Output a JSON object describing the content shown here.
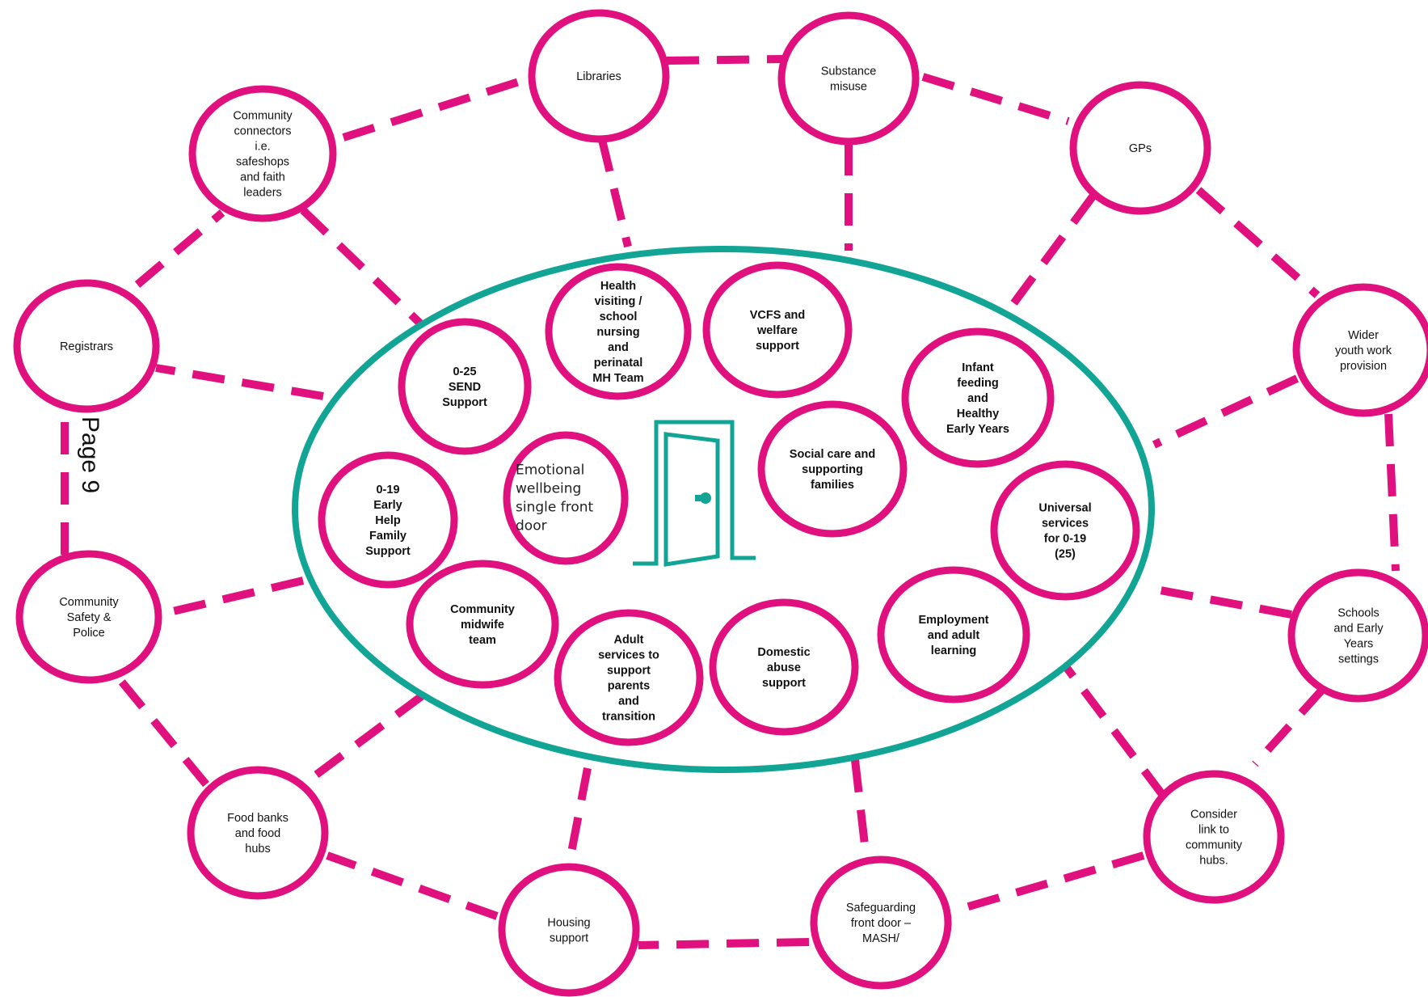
{
  "colors": {
    "magenta": "#E0117F",
    "teal": "#12A595",
    "text": "#111111"
  },
  "page_label": "Page 9",
  "center_icon": "open-door-icon",
  "outer_nodes": [
    {
      "id": "libraries",
      "lines": [
        "Libraries"
      ]
    },
    {
      "id": "substance-misuse",
      "lines": [
        "Substance",
        "misuse"
      ]
    },
    {
      "id": "gps",
      "lines": [
        "GPs"
      ]
    },
    {
      "id": "wider-youth-work",
      "lines": [
        "Wider",
        "youth work",
        "provision"
      ]
    },
    {
      "id": "schools-early-years",
      "lines": [
        "Schools",
        "and Early",
        "Years",
        "settings"
      ]
    },
    {
      "id": "community-hubs",
      "lines": [
        "Consider",
        "link to",
        "community",
        "hubs."
      ]
    },
    {
      "id": "safeguarding",
      "lines": [
        "Safeguarding",
        "front door –",
        "MASH/"
      ]
    },
    {
      "id": "housing",
      "lines": [
        "Housing",
        "support"
      ]
    },
    {
      "id": "food-banks",
      "lines": [
        "Food banks",
        "and food",
        "hubs"
      ]
    },
    {
      "id": "community-safety",
      "lines": [
        "Community",
        "Safety &",
        "Police"
      ]
    },
    {
      "id": "registrars",
      "lines": [
        "Registrars"
      ]
    },
    {
      "id": "community-connectors",
      "lines": [
        "Community",
        "connectors",
        "i.e.",
        "safeshops",
        "and faith",
        "leaders"
      ]
    }
  ],
  "inner_nodes": [
    {
      "id": "send",
      "lines": [
        "0-25",
        "SEND",
        "Support"
      ]
    },
    {
      "id": "health-visiting",
      "lines": [
        "Health",
        "visiting /",
        "school",
        "nursing",
        "and",
        "perinatal",
        "MH Team"
      ]
    },
    {
      "id": "vcfs",
      "lines": [
        "VCFS and",
        "welfare",
        "support"
      ]
    },
    {
      "id": "infant-feeding",
      "lines": [
        "Infant",
        "feeding",
        "and",
        "Healthy",
        "Early Years"
      ]
    },
    {
      "id": "social-care",
      "lines": [
        "Social care and",
        "supporting",
        "families"
      ]
    },
    {
      "id": "universal",
      "lines": [
        "Universal",
        "services",
        "for 0-19",
        "(25)"
      ]
    },
    {
      "id": "employment",
      "lines": [
        "Employment",
        "and adult",
        "learning"
      ]
    },
    {
      "id": "domestic-abuse",
      "lines": [
        "Domestic",
        "abuse",
        "support"
      ]
    },
    {
      "id": "adult-services",
      "lines": [
        "Adult",
        "services to",
        "support",
        "parents",
        "and",
        "transition"
      ]
    },
    {
      "id": "midwife",
      "lines": [
        "Community",
        "midwife",
        "team"
      ]
    },
    {
      "id": "early-help",
      "lines": [
        "0-19",
        "Early",
        "Help",
        "Family",
        "Support"
      ]
    },
    {
      "id": "emotional-wellbeing",
      "lines": [
        "Emotional",
        "wellbeing",
        "single front",
        "door"
      ]
    }
  ]
}
